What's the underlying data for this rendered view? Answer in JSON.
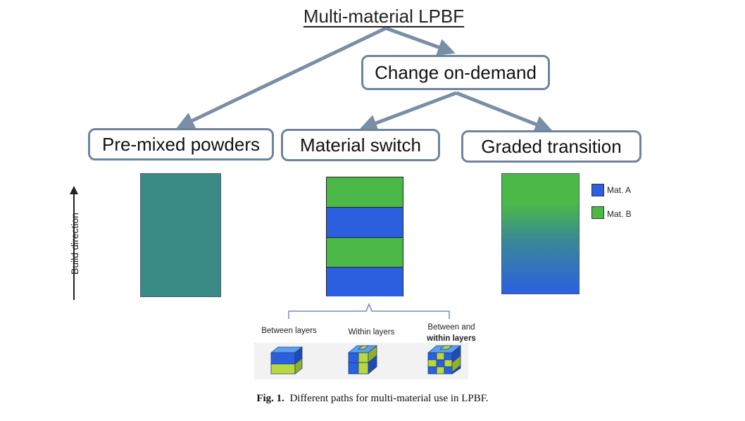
{
  "diagram": {
    "title": "Multi-material LPBF",
    "nodes": {
      "change_on_demand": "Change on-demand",
      "pre_mixed": "Pre-mixed powders",
      "material_switch": "Material switch",
      "graded_transition": "Graded transition"
    },
    "build_direction_label": "Build direction",
    "legend": [
      {
        "label": "Mat. A",
        "color": "#2b5fe0"
      },
      {
        "label": "Mat. B",
        "color": "#4cb848"
      }
    ],
    "colors": {
      "premixed": "#3a8a86",
      "mat_a": "#2b5fe0",
      "mat_b": "#4cb848",
      "connector": "#7a8ea5"
    },
    "sub_options": {
      "between_layers": "Between layers",
      "within_layers": "Within layers",
      "between_and_line1": "Between and",
      "between_and_line2": "within layers"
    }
  },
  "caption": {
    "label": "Fig. 1.",
    "text": "Different paths for multi-material use in LPBF."
  }
}
